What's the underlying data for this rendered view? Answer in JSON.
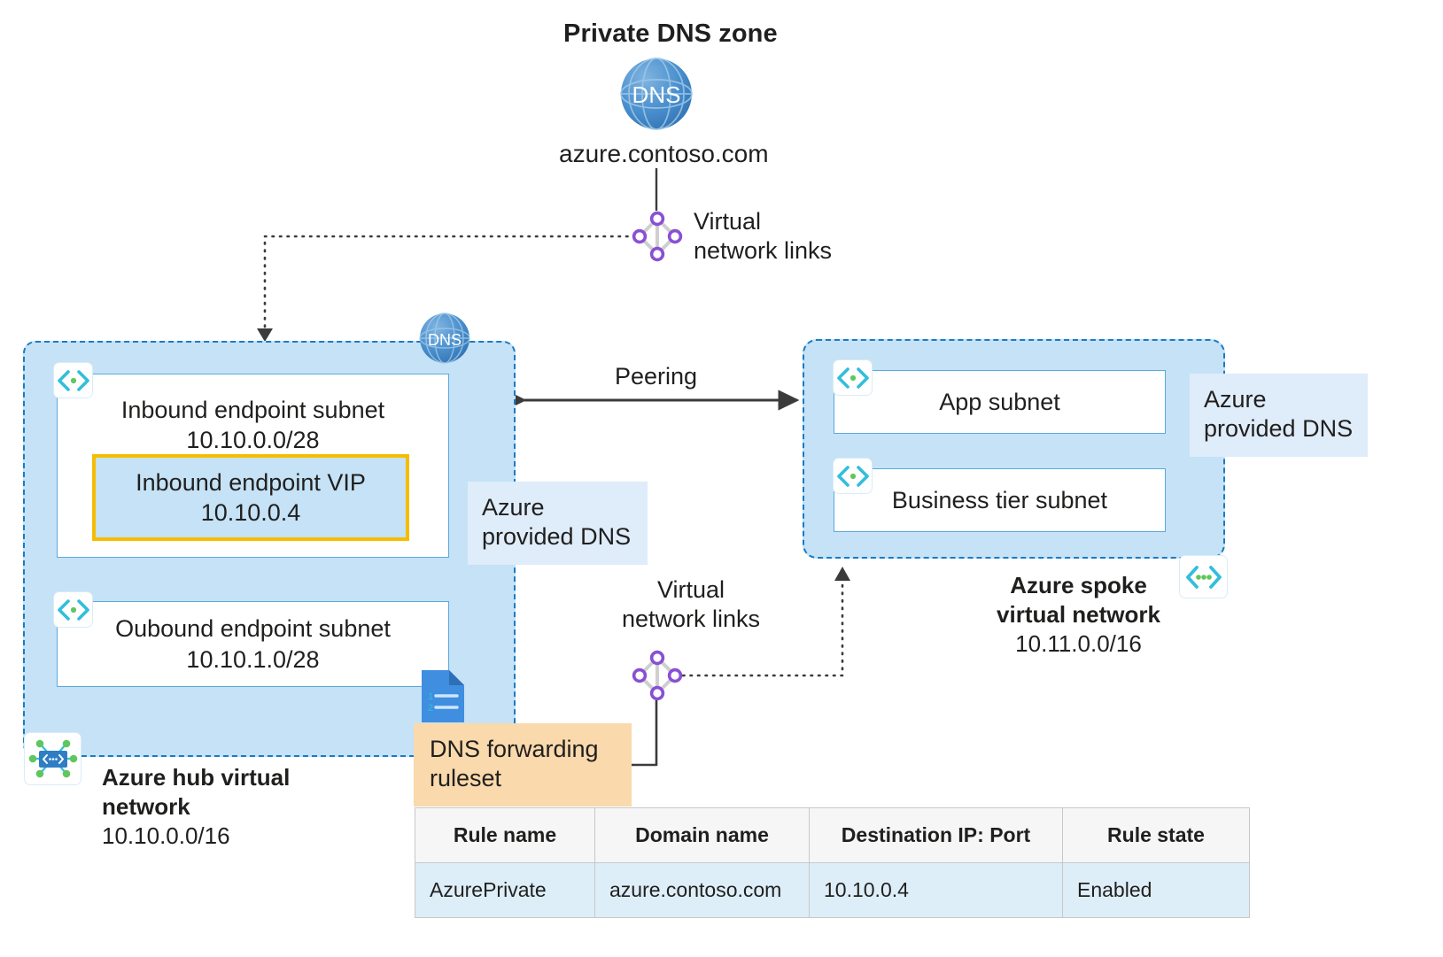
{
  "diagram": {
    "title": "Private DNS zone",
    "zone_domain": "azure.contoso.com"
  },
  "icons": {
    "dns_zone": "dns-globe-icon",
    "dns_globe_small": "dns-globe-icon",
    "vnet_links": "virtual-network-links-icon",
    "subnet": "subnet-icon",
    "vnet": "virtual-network-icon",
    "ruleset": "dns-forwarding-ruleset-document-icon"
  },
  "labels": {
    "vnet_links_top": "Virtual\nnetwork links",
    "vnet_links_top_line1": "Virtual",
    "vnet_links_top_line2": "network links",
    "vnet_links_mid_line1": "Virtual",
    "vnet_links_mid_line2": "network links",
    "peering": "Peering"
  },
  "hub_vnet": {
    "name_line1": "Azure hub virtual",
    "name_line2": "network",
    "cidr": "10.10.0.0/16",
    "subnets": [
      {
        "name": "Inbound endpoint subnet",
        "cidr": "10.10.0.0/28"
      },
      {
        "name": "Oubound endpoint subnet",
        "cidr": "10.10.1.0/28"
      }
    ],
    "vip": {
      "name": "Inbound endpoint VIP",
      "address": "10.10.0.4"
    }
  },
  "spoke_vnet": {
    "name_line1": "Azure spoke",
    "name_line2": "virtual network",
    "cidr": "10.11.0.0/16",
    "subnets": [
      {
        "name": "App subnet"
      },
      {
        "name": "Business tier subnet"
      }
    ]
  },
  "callouts": {
    "azure_dns_hub_line1": "Azure",
    "azure_dns_hub_line2": "provided DNS",
    "azure_dns_spoke_line1": "Azure",
    "azure_dns_spoke_line2": "provided DNS",
    "ruleset_line1": "DNS forwarding",
    "ruleset_line2": "ruleset"
  },
  "rules_table": {
    "headers": [
      "Rule name",
      "Domain name",
      "Destination IP: Port",
      "Rule state"
    ],
    "rows": [
      {
        "rule_name": "AzurePrivate",
        "domain_name": "azure.contoso.com",
        "destination": "10.10.0.4",
        "state": "Enabled"
      }
    ]
  },
  "colors": {
    "vnet_fill": "#c5e2f6",
    "vnet_border": "#1a7bc4",
    "subnet_border": "#5aa9dd",
    "vip_border": "#f5bd02",
    "callout_blue": "#dfecf9",
    "callout_orange": "#fad9ac",
    "links_node": "#8a4fd3",
    "dns_blue": "#3f87c9"
  }
}
